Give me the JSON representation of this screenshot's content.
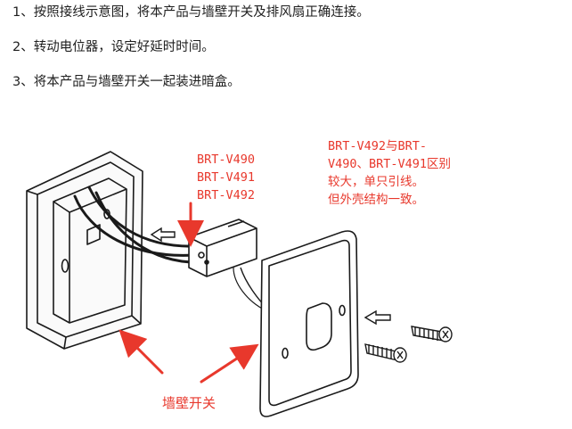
{
  "steps": [
    "1、按照接线示意图，将本产品与墙壁开关及排风扇正确连接。",
    "2、转动电位器，设定好延时时间。",
    "3、将本产品与墙壁开关一起装进暗盒。"
  ],
  "labels": {
    "models": [
      "BRT-V490",
      "BRT-V491",
      "BRT-V492"
    ],
    "note": [
      "BRT-V492与BRT-",
      "V490、BRT-V491区别",
      "较大，单只引线。",
      "但外壳结构一致。"
    ],
    "wall_switch": "墙壁开关"
  },
  "colors": {
    "annotation": "#e8382c",
    "line": "#1a1a1a"
  }
}
